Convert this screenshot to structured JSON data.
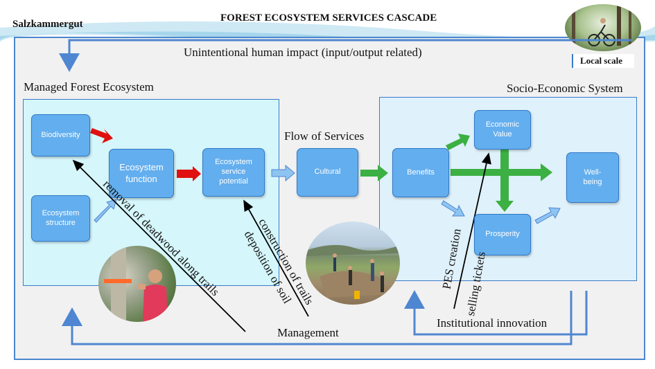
{
  "header": {
    "location": "Salzkammergut",
    "title": "FOREST ECOSYSTEM SERVICES CASCADE",
    "scale": "Local scale"
  },
  "labels": {
    "unintentional": "Unintentional human impact (input/output related)",
    "managed": "Managed Forest Ecosystem",
    "socio": "Socio-Economic System",
    "flow": "Flow of Services",
    "management": "Management",
    "institutional": "Institutional innovation",
    "deadwood": "removal of deadwood along trails",
    "construction": "construction of trails",
    "deposition": "deposition of soil",
    "pes": "PES creation",
    "tickets": "selling tickets"
  },
  "boxes": {
    "biodiversity": "Biodiversity",
    "structure": "Ecosystem\nstructure",
    "function": "Ecosystem\nfunction",
    "potential": "Ecosystem\nservice\npotential",
    "cultural": "Cultural",
    "benefits": "Benefits",
    "economic": "Economic\nValue",
    "wellbeing": "Well-\nbeing",
    "prosperity": "Prosperity"
  },
  "colors": {
    "box_fill": "#63aeee",
    "panel_fill": "#d8f4fb",
    "red_arrow": "#e01010",
    "green_arrow": "#3cb043",
    "blue_arrow": "#5b8fd6"
  }
}
